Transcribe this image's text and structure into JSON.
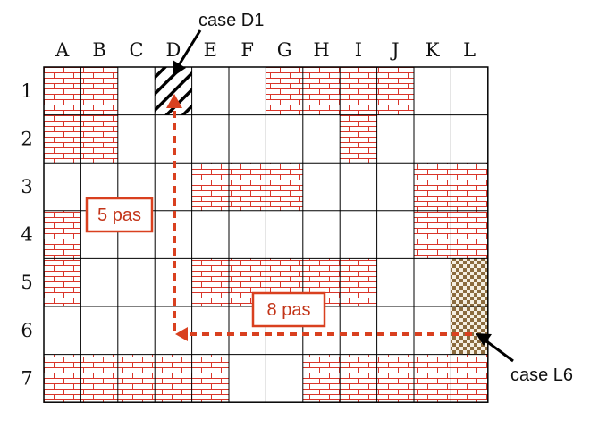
{
  "grid": {
    "columns": [
      "A",
      "B",
      "C",
      "D",
      "E",
      "F",
      "G",
      "H",
      "I",
      "J",
      "K",
      "L"
    ],
    "rows": [
      "1",
      "2",
      "3",
      "4",
      "5",
      "6",
      "7"
    ]
  },
  "walls": [
    {
      "cells": "A1:B2"
    },
    {
      "cells": "G1:J1"
    },
    {
      "cells": "I2"
    },
    {
      "cells": "E3:G3"
    },
    {
      "cells": "K3:L4"
    },
    {
      "cells": "A4:A5"
    },
    {
      "cells": "E5:I5"
    },
    {
      "cells": "A7:E7"
    },
    {
      "cells": "H7:L7"
    }
  ],
  "special_cells": {
    "start": {
      "cell": "L6",
      "pattern": "checkered",
      "color": "#8B6B3E"
    },
    "target": {
      "cell": "D1",
      "pattern": "diagonal-hatch",
      "color": "#000000"
    }
  },
  "colors": {
    "brick_fill": "#ffffff",
    "brick_line": "#d9352a",
    "path": "#d9401f",
    "label_border": "#d9401f",
    "label_text": "#c33418"
  },
  "callouts": {
    "target_label": "case D1",
    "start_label": "case L6"
  },
  "path": {
    "horizontal_label": "8 pas",
    "vertical_label": "5 pas"
  }
}
